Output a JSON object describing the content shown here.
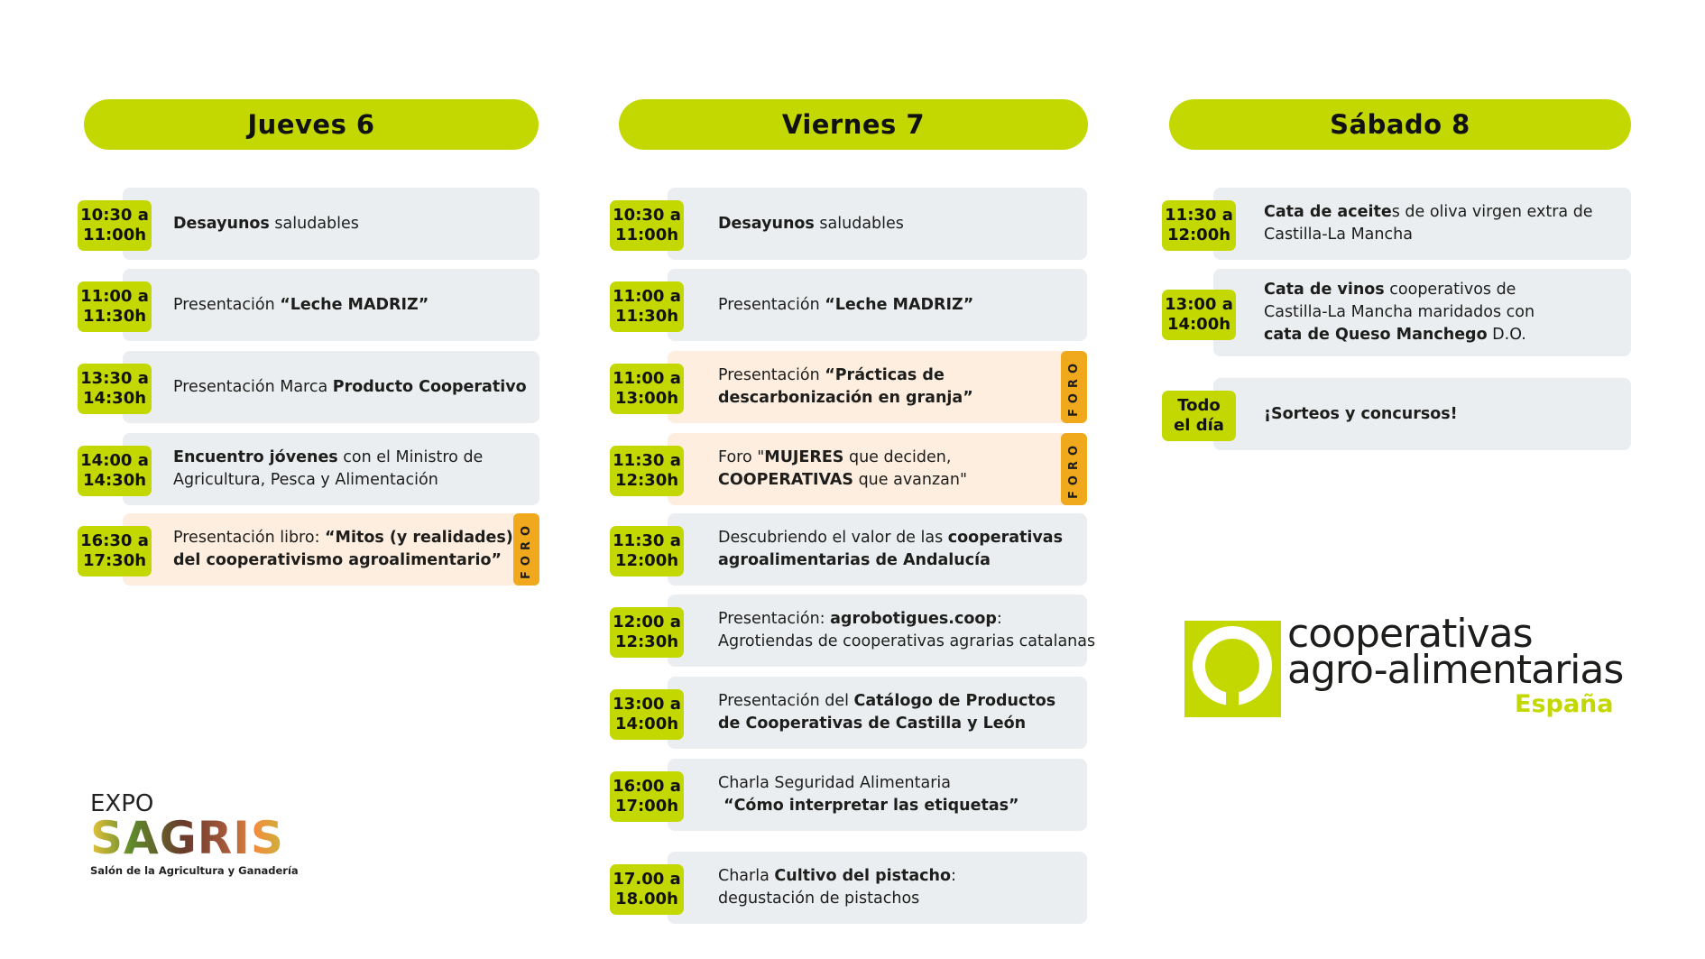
{
  "colors": {
    "green": "#c3d800",
    "card": "#ebeef1",
    "foro_card": "#fdeee0",
    "foro_tag": "#f0a81c"
  },
  "days": [
    {
      "title": "Jueves 6",
      "events": [
        {
          "time": [
            "10:30 a",
            "11:00h"
          ],
          "text": [
            [
              {
                "t": "Desayunos",
                "b": true
              },
              {
                "t": " saludables"
              }
            ]
          ]
        },
        {
          "time": [
            "11:00 a",
            "11:30h"
          ],
          "text": [
            [
              {
                "t": "Presentación "
              },
              {
                "t": "“Leche MADRIZ”",
                "b": true
              }
            ]
          ]
        },
        {
          "time": [
            "13:30 a",
            "14:30h"
          ],
          "text": [
            [
              {
                "t": "Presentación Marca "
              },
              {
                "t": "Producto Cooperativo",
                "b": true
              }
            ]
          ]
        },
        {
          "time": [
            "14:00 a",
            "14:30h"
          ],
          "text": [
            [
              {
                "t": "Encuentro jóvenes",
                "b": true
              },
              {
                "t": " con el Ministro de"
              }
            ],
            [
              {
                "t": "Agricultura, Pesca y Alimentación"
              }
            ]
          ]
        },
        {
          "time": [
            "16:30 a",
            "17:30h"
          ],
          "foro": "FORO",
          "text": [
            [
              {
                "t": "Presentación libro: "
              },
              {
                "t": "“Mitos (y realidades)",
                "b": true
              }
            ],
            [
              {
                "t": "del cooperativismo agroalimentario”",
                "b": true
              }
            ]
          ]
        }
      ]
    },
    {
      "title": "Viernes 7",
      "events": [
        {
          "time": [
            "10:30 a",
            "11:00h"
          ],
          "text": [
            [
              {
                "t": "Desayunos",
                "b": true
              },
              {
                "t": " saludables"
              }
            ]
          ]
        },
        {
          "time": [
            "11:00 a",
            "11:30h"
          ],
          "text": [
            [
              {
                "t": "Presentación "
              },
              {
                "t": "“Leche MADRIZ”",
                "b": true
              }
            ]
          ]
        },
        {
          "time": [
            "11:00 a",
            "13:00h"
          ],
          "foro": "FORO",
          "text": [
            [
              {
                "t": "Presentación "
              },
              {
                "t": "“Prácticas de",
                "b": true
              }
            ],
            [
              {
                "t": "descarbonización en granja”",
                "b": true
              }
            ]
          ]
        },
        {
          "time": [
            "11:30 a",
            "12:30h"
          ],
          "foro": "FORO",
          "text": [
            [
              {
                "t": "Foro \""
              },
              {
                "t": "MUJERES",
                "b": true
              },
              {
                "t": " que deciden,"
              }
            ],
            [
              {
                "t": "COOPERATIVAS",
                "b": true
              },
              {
                "t": " que avanzan\""
              }
            ]
          ]
        },
        {
          "time": [
            "11:30 a",
            "12:00h"
          ],
          "text": [
            [
              {
                "t": "Descubriendo el valor de las "
              },
              {
                "t": "cooperativas",
                "b": true
              }
            ],
            [
              {
                "t": "agroalimentarias de Andalucía",
                "b": true
              }
            ]
          ]
        },
        {
          "time": [
            "12:00 a",
            "12:30h"
          ],
          "text": [
            [
              {
                "t": "Presentación: "
              },
              {
                "t": "agrobotigues.coop",
                "b": true
              },
              {
                "t": ":"
              }
            ],
            [
              {
                "t": "Agrotiendas de cooperativas agrarias catalanas"
              }
            ]
          ]
        },
        {
          "time": [
            "13:00 a",
            "14:00h"
          ],
          "text": [
            [
              {
                "t": "Presentación del "
              },
              {
                "t": "Catálogo de Productos",
                "b": true
              }
            ],
            [
              {
                "t": "de Cooperativas de Castilla y León",
                "b": true
              }
            ]
          ]
        },
        {
          "time": [
            "16:00 a",
            "17:00h"
          ],
          "text": [
            [
              {
                "t": "Charla Seguridad Alimentaria"
              }
            ],
            [
              {
                "t": " “Cómo interpretar las etiquetas”",
                "b": true
              }
            ]
          ]
        },
        {
          "time": [
            "17.00 a",
            "18.00h"
          ],
          "text": [
            [
              {
                "t": "Charla "
              },
              {
                "t": "Cultivo del pistacho",
                "b": true
              },
              {
                "t": ":"
              }
            ],
            [
              {
                "t": "degustación de pistachos"
              }
            ]
          ]
        }
      ]
    },
    {
      "title": "Sábado 8",
      "events": [
        {
          "time": [
            "11:30 a",
            "12:00h"
          ],
          "text": [
            [
              {
                "t": "Cata de aceite",
                "b": true
              },
              {
                "t": "s de oliva virgen extra de"
              }
            ],
            [
              {
                "t": "Castilla-La Mancha"
              }
            ]
          ]
        },
        {
          "time": [
            "13:00 a",
            "14:00h"
          ],
          "text": [
            [
              {
                "t": "Cata de vinos",
                "b": true
              },
              {
                "t": " cooperativos de"
              }
            ],
            [
              {
                "t": "Castilla-La Mancha maridados con"
              }
            ],
            [
              {
                "t": "cata de Queso Manchego",
                "b": true
              },
              {
                "t": " D.O."
              }
            ]
          ]
        },
        {
          "time": [
            "Todo",
            "el día"
          ],
          "text": [
            [
              {
                "t": "¡Sorteos y concursos!",
                "b": true
              }
            ]
          ]
        }
      ]
    }
  ],
  "logos": {
    "expo": {
      "top": "EXPO",
      "name": "SAGRIS",
      "subtitle": "Salón de la Agricultura y Ganadería"
    },
    "coop": {
      "line1": "cooperativas",
      "line2": "agro-alimentarias",
      "country": "España"
    }
  }
}
